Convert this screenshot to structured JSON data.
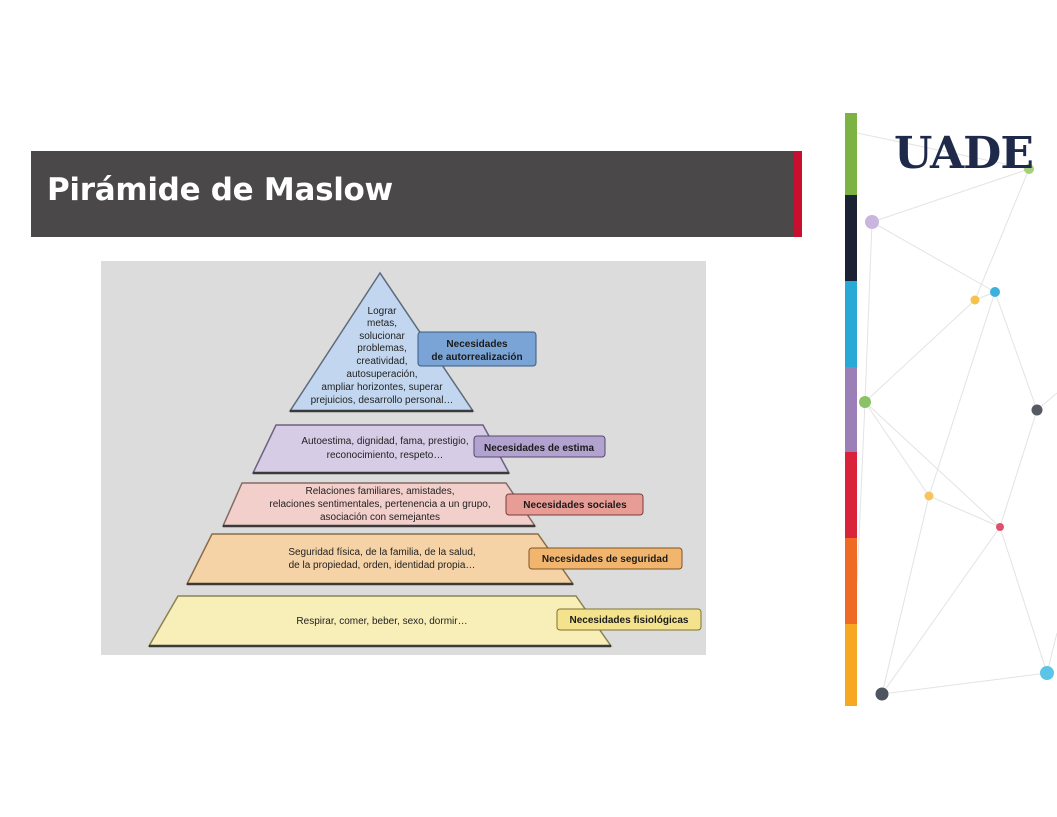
{
  "title": "Pirámide de Maslow",
  "logo": "UADE",
  "pyramid": {
    "top": {
      "lines": [
        "Lograr",
        "metas,",
        "solucionar",
        "problemas,",
        "creatividad,",
        "autosuperación,",
        "ampliar horizontes, superar",
        "prejuicios, desarrollo personal…"
      ],
      "label": [
        "Necesidades",
        "de autorrealización"
      ]
    },
    "estima": {
      "lines": [
        "Autoestima, dignidad, fama, prestigio,",
        "reconocimiento, respeto…"
      ],
      "label": "Necesidades de estima"
    },
    "sociales": {
      "lines": [
        "Relaciones familiares, amistades,",
        "relaciones sentimentales, pertenencia a un grupo,",
        "asociación con semejantes"
      ],
      "label": "Necesidades sociales"
    },
    "seguridad": {
      "lines": [
        "Seguridad física, de la familia, de la salud,",
        "de la propiedad, orden, identidad propia…"
      ],
      "label": "Necesidades de seguridad"
    },
    "fisiologicas": {
      "lines": [
        "Respirar, comer, beber, sexo, dormir…"
      ],
      "label": "Necesidades fisiológicas"
    }
  },
  "colors": {
    "title_bar": "#4a4848",
    "accent": "#c8102e",
    "top_fill": "#c2d7ef",
    "estima_fill": "#d7cce5",
    "sociales_fill": "#f2cfcb",
    "seguridad_fill": "#f6d3a6",
    "fisiologicas_fill": "#f8eeb7"
  }
}
